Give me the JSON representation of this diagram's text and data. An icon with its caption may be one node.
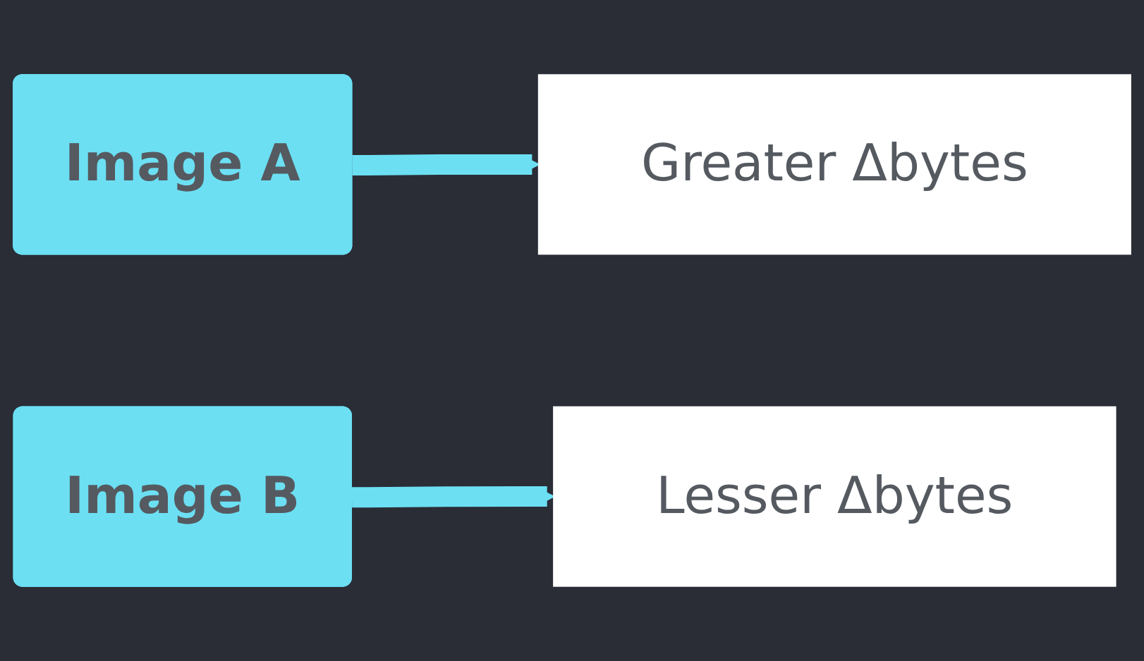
{
  "diagram": {
    "nodes": [
      {
        "text": [
          "Image A"
        ]
      },
      {
        "text": [
          "Greater Δbytes"
        ]
      },
      {
        "text": [
          "Image B"
        ]
      },
      {
        "text": [
          "Lesser Δbytes"
        ]
      }
    ],
    "edges": [
      {
        "from": 0,
        "to": 1,
        "arrow": "to"
      },
      {
        "from": 2,
        "to": 3,
        "arrow": "to"
      }
    ]
  }
}
